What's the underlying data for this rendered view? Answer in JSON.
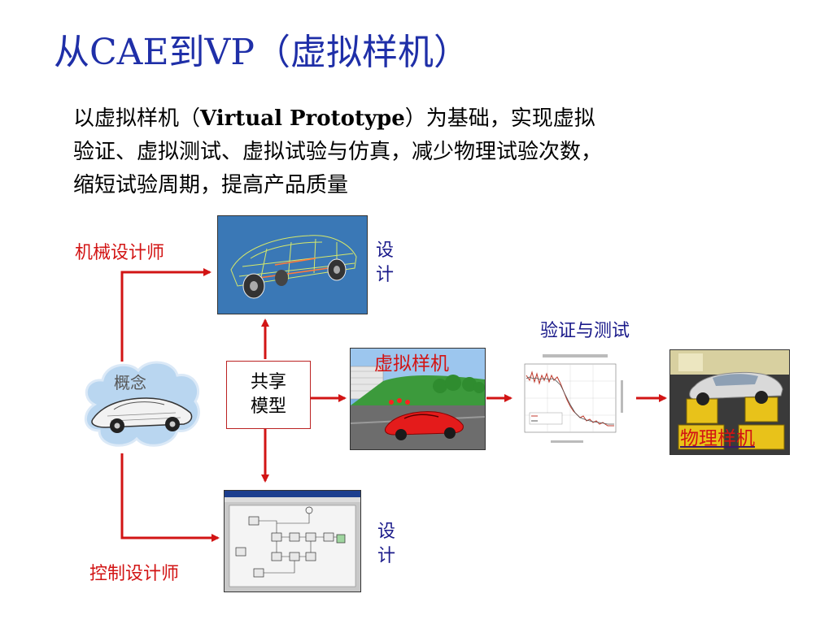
{
  "title": "从CAE到VP（虚拟样机）",
  "intro": {
    "part1": "以虚拟样机（",
    "bold": "Virtual Prototype",
    "part2": "）为基础，实现虚拟",
    "line2": "验证、虚拟测试、虚拟试验与仿真，减少物理试验次数，",
    "line3": "缩短试验周期，提高产品质量"
  },
  "diagram": {
    "mech_designer": "机械设计师",
    "ctrl_designer": "控制设计师",
    "concept": "概念",
    "shared_model": [
      "共享",
      "模型"
    ],
    "design_top": [
      "设",
      "计"
    ],
    "design_bottom": [
      "设",
      "计"
    ],
    "virtual_prototype": "虚拟样机",
    "verify_test": "验证与测试",
    "physical_prototype": "物理样机"
  },
  "colors": {
    "title": "#1f2fa8",
    "arrow": "#d21414",
    "label_blue": "#1a1a8a"
  }
}
